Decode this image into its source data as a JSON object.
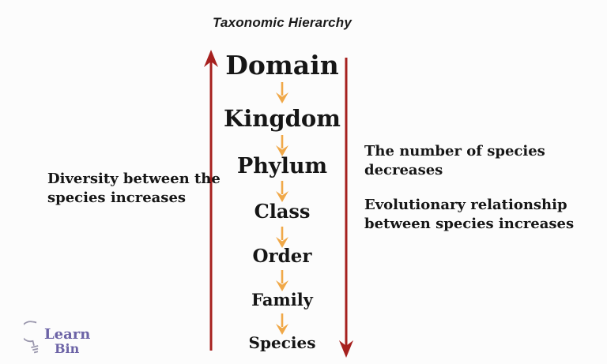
{
  "title": "Taxonomic Hierarchy",
  "hierarchy": {
    "levels": [
      {
        "label": "Domain"
      },
      {
        "label": "Kingdom"
      },
      {
        "label": "Phylum"
      },
      {
        "label": "Class"
      },
      {
        "label": "Order"
      },
      {
        "label": "Family"
      },
      {
        "label": "Species"
      }
    ]
  },
  "left_note": {
    "line1": "Diversity between the",
    "line2": "species increases"
  },
  "right_note_1": {
    "line1": "The number of species",
    "line2": "decreases"
  },
  "right_note_2": {
    "line1": "Evolutionary relationship",
    "line2": "between species increases"
  },
  "logo": {
    "word1": "Learn",
    "word2": "Bin"
  },
  "icons": {
    "up_arrow": "up-arrow-icon",
    "down_arrow": "down-arrow-icon",
    "step_arrows": "down-chevron-arrow-icons",
    "bulb": "lightbulb-icon"
  },
  "colors": {
    "background": "#fcfcfc",
    "text": "#161616",
    "red_arrow": "#a6201e",
    "orange_arrow": "#f0a848",
    "logo_purple": "#6c63a6",
    "bulb_outline": "#9a97ad"
  }
}
